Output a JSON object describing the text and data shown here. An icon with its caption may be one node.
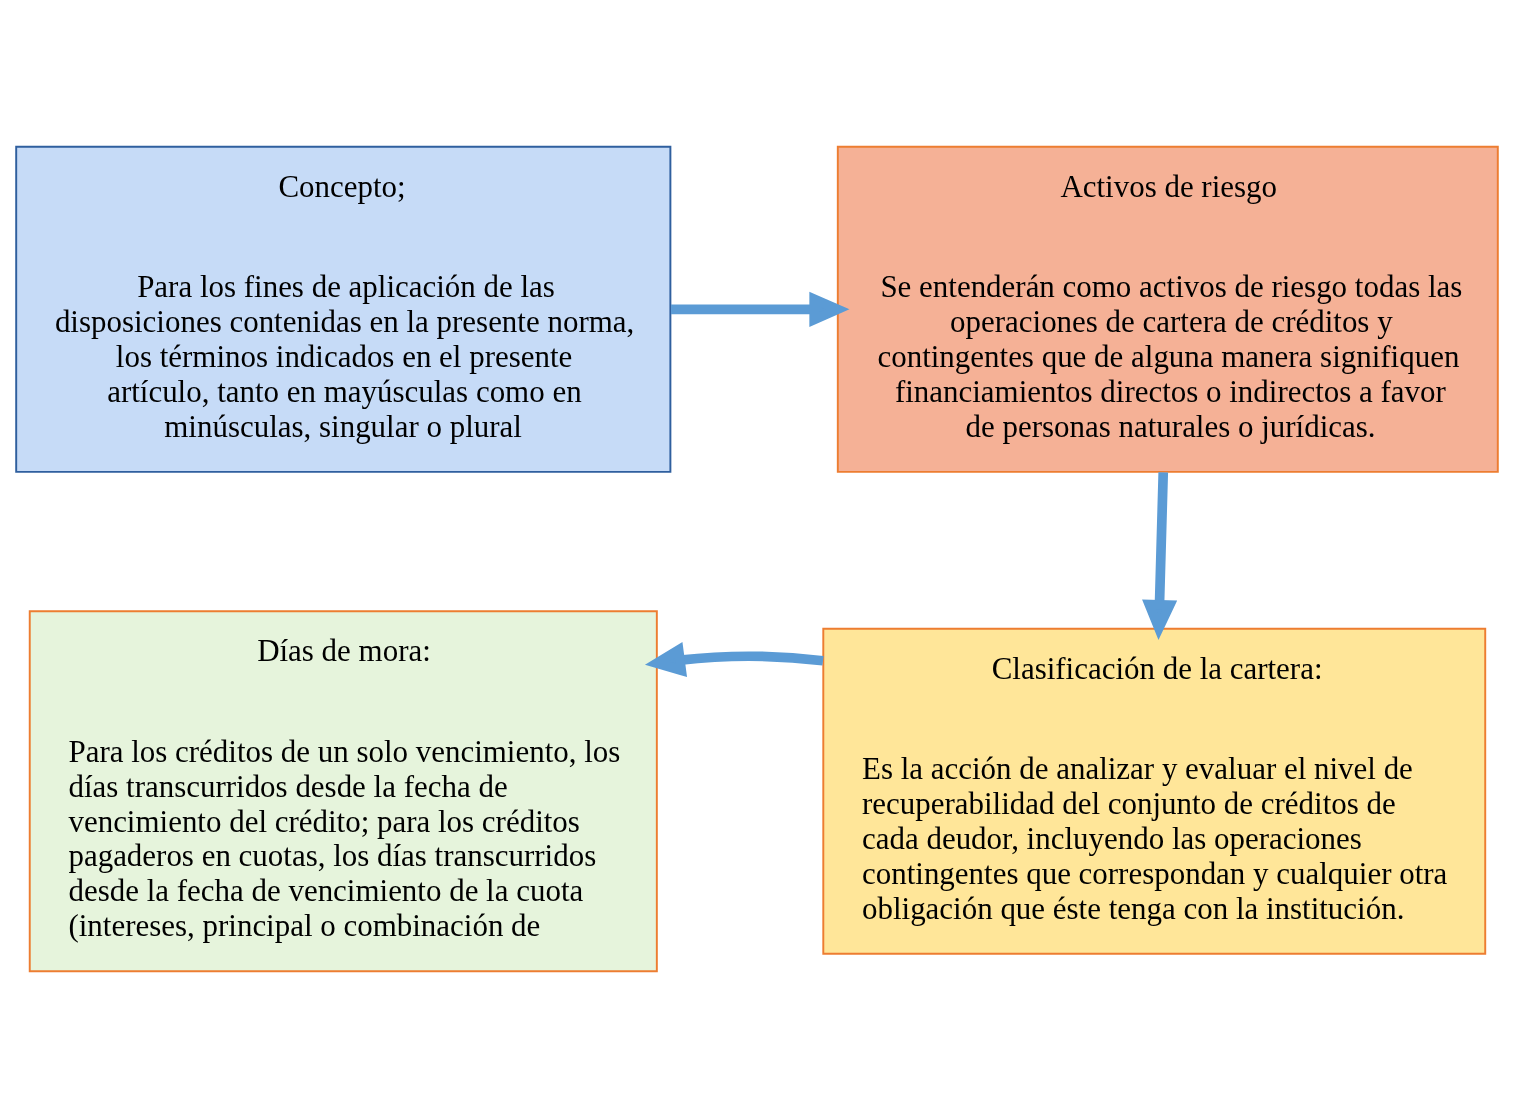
{
  "diagram": {
    "nodes": [
      {
        "text": [
          "Concepto;",
          "Para los fines de aplicación de las disposiciones contenidas en la presente norma, los términos indicados en el presente artículo, tanto en mayúsculas como en minúsculas, singular o plural"
        ]
      },
      {
        "text": [
          "Activos de riesgo",
          "Se entenderán como activos de riesgo todas las operaciones de cartera de créditos y contingentes que de alguna manera signifiquen financiamientos directos o indirectos a favor de personas naturales o jurídicas."
        ]
      },
      {
        "text": [
          "Días de mora:",
          "Para los créditos de un solo vencimiento, los días transcurridos desde la fecha de vencimiento del crédito; para los créditos pagaderos en cuotas, los días transcurridos desde la fecha de vencimiento de la cuota (intereses, principal o combinación de"
        ]
      },
      {
        "text": [
          "Clasificación de la cartera:",
          "Es la acción de analizar y evaluar el nivel de recuperabilidad del conjunto de créditos de cada deudor, incluyendo las operaciones contingentes que correspondan y cualquier otra obligación que éste tenga con la institución."
        ]
      }
    ],
    "edges": [
      {
        "from": 0,
        "to": 1,
        "arrow": "to"
      },
      {
        "from": 1,
        "to": 3,
        "arrow": "to"
      },
      {
        "from": 3,
        "to": 2,
        "arrow": "to"
      }
    ]
  }
}
